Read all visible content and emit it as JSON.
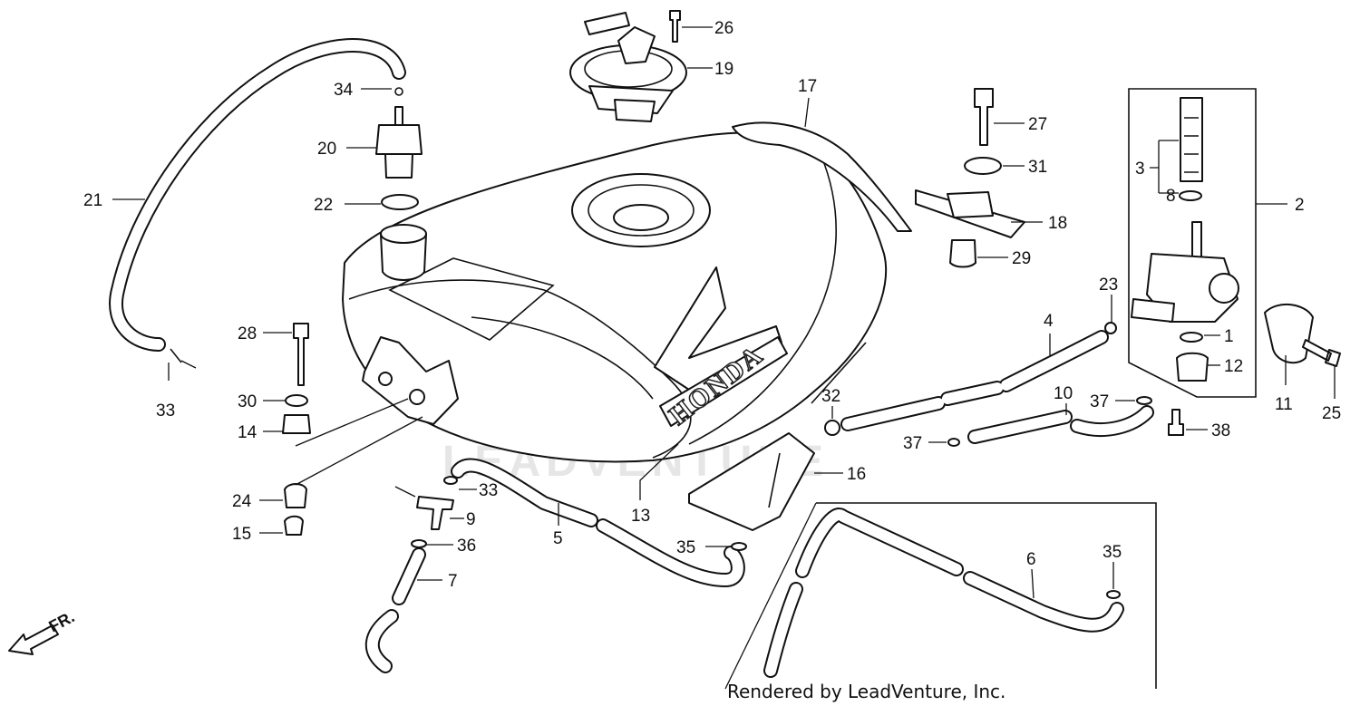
{
  "diagram": {
    "brand_text": "HONDA",
    "watermark": "LEADVENTURE",
    "footer": "Rendered by LeadVenture, Inc.",
    "front_marker": "FR.",
    "callouts": [
      {
        "id": "c26",
        "text": "26"
      },
      {
        "id": "c19",
        "text": "19"
      },
      {
        "id": "c34",
        "text": "34"
      },
      {
        "id": "c20",
        "text": "20"
      },
      {
        "id": "c22",
        "text": "22"
      },
      {
        "id": "c21",
        "text": "21"
      },
      {
        "id": "c33a",
        "text": "33"
      },
      {
        "id": "c17",
        "text": "17"
      },
      {
        "id": "c27",
        "text": "27"
      },
      {
        "id": "c31",
        "text": "31"
      },
      {
        "id": "c18",
        "text": "18"
      },
      {
        "id": "c29",
        "text": "29"
      },
      {
        "id": "c3",
        "text": "3"
      },
      {
        "id": "c8",
        "text": "8"
      },
      {
        "id": "c2",
        "text": "2"
      },
      {
        "id": "c23",
        "text": "23"
      },
      {
        "id": "c1",
        "text": "1"
      },
      {
        "id": "c12",
        "text": "12"
      },
      {
        "id": "c11",
        "text": "11"
      },
      {
        "id": "c25",
        "text": "25"
      },
      {
        "id": "c4",
        "text": "4"
      },
      {
        "id": "c28",
        "text": "28"
      },
      {
        "id": "c30",
        "text": "30"
      },
      {
        "id": "c14",
        "text": "14"
      },
      {
        "id": "c24",
        "text": "24"
      },
      {
        "id": "c15",
        "text": "15"
      },
      {
        "id": "c32",
        "text": "32"
      },
      {
        "id": "c10",
        "text": "10"
      },
      {
        "id": "c37a",
        "text": "37"
      },
      {
        "id": "c38",
        "text": "38"
      },
      {
        "id": "c37b",
        "text": "37"
      },
      {
        "id": "c16",
        "text": "16"
      },
      {
        "id": "c13",
        "text": "13"
      },
      {
        "id": "c33b",
        "text": "33"
      },
      {
        "id": "c9",
        "text": "9"
      },
      {
        "id": "c5",
        "text": "5"
      },
      {
        "id": "c36",
        "text": "36"
      },
      {
        "id": "c7",
        "text": "7"
      },
      {
        "id": "c35a",
        "text": "35"
      },
      {
        "id": "c6",
        "text": "6"
      },
      {
        "id": "c35b",
        "text": "35"
      }
    ]
  }
}
